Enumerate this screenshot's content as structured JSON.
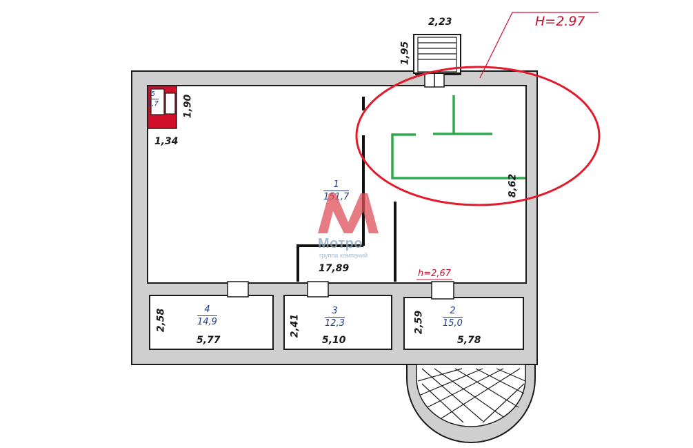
{
  "plan": {
    "ceiling_height_label": "H=2.97",
    "second_height_label": "h=2,67",
    "rooms": [
      {
        "id": "room-1",
        "number": "1",
        "area": "151,7"
      },
      {
        "id": "room-2",
        "number": "2",
        "area": "15,0"
      },
      {
        "id": "room-3",
        "number": "3",
        "area": "12,3"
      },
      {
        "id": "room-4",
        "number": "4",
        "area": "14,9"
      },
      {
        "id": "room-5",
        "number": "5",
        "area": "1,7"
      }
    ],
    "dimensions": {
      "stair_width": "2,23",
      "stair_depth": "1,95",
      "room5_height": "1,90",
      "room5_width": "1,34",
      "room1_width": "17,89",
      "room1_right_height": "8,62",
      "room4_height": "2,58",
      "room4_width": "5,77",
      "room3_height": "2,41",
      "room3_width": "5,10",
      "room2_height": "2,59",
      "room2_width": "5,78"
    },
    "colors": {
      "wall": "#cfcfcf",
      "wall_stroke": "#1a1a1a",
      "highlight": "#e21b2c",
      "new_partition": "#2eaa4a",
      "room5_fill": "#d0102a",
      "text_blue": "#1f3a8a"
    }
  },
  "watermark": {
    "brand": "Мотро",
    "tagline": "группа компаний"
  }
}
